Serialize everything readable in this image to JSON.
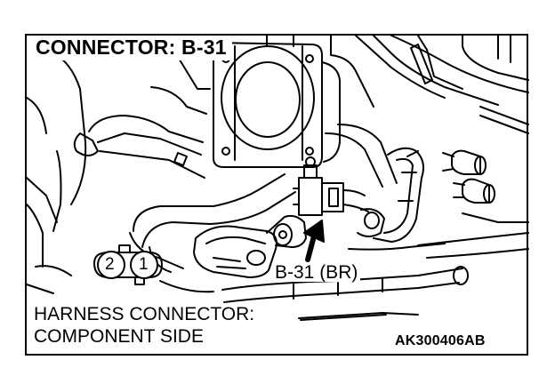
{
  "title": "CONNECTOR: B-31",
  "callout": "B-31 (BR)",
  "harness_label": "HARNESS CONNECTOR:",
  "component_label": "COMPONENT SIDE",
  "figure_code": "AK300406AB",
  "pins": [
    "2",
    "1"
  ]
}
